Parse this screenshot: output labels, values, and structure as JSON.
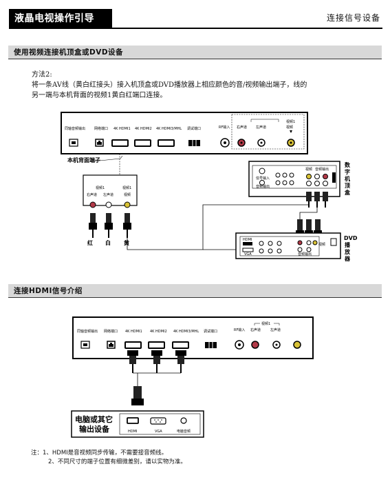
{
  "header": {
    "title": "液晶电视操作引导",
    "section": "连接信号设备"
  },
  "section1": {
    "title": "使用视频连接机顶盒或DVD设备",
    "method": "方法2:",
    "desc_line1": "将一条AV线（黄白红接头）接入机顶盒或DVD播放器上相应颜色的音/视频输出端子，线的",
    "desc_line2": "另一端与本机背面的视频1黄白红端口连接。"
  },
  "panel_labels": {
    "optical": "同轴音频输出",
    "network": "网络端口",
    "hdmi1": "4K HDMI1",
    "hdmi2": "4K HDMI2",
    "hdmi3": "4K HDMI3/MHL",
    "debug": "调试端口",
    "rf": "RF输入",
    "right": "右声道",
    "left": "左声道",
    "video1": "视频1",
    "video": "视频"
  },
  "diagram1": {
    "rear_label": "本机背面端子",
    "colors": {
      "red": "红",
      "white": "白",
      "yellow": "黄"
    },
    "stb_label": [
      "数",
      "字",
      "机",
      "顶",
      "盒"
    ],
    "stb_signal_in": "信号输入",
    "stb_audio_out": "音频输出",
    "stb_video": "视频",
    "stb_av_out": "音频输出",
    "dvd_label": [
      "DVD",
      "播",
      "放",
      "器"
    ],
    "dvd_hdmi": "HDMI",
    "dvd_vga": "VGA",
    "dvd_audio": "音频输出",
    "dvd_video": "视频"
  },
  "section2": {
    "title": "连接HDMI信号介绍",
    "pc_label_line1": "电脑或其它",
    "pc_label_line2": "输出设备",
    "pc_hdmi": "HDMI",
    "pc_vga": "VGA",
    "pc_audio": "电脑音频"
  },
  "notes": {
    "line1": "注：1、HDMI是音视频同步传输，不需要接音频线。",
    "line2": "2、不同尺寸的端子位置有细微差别，请以实物为准。"
  },
  "colors": {
    "red_jack": "#b23a48",
    "yellow_jack": "#d8c237",
    "section_bg": "#d8d8d8"
  }
}
